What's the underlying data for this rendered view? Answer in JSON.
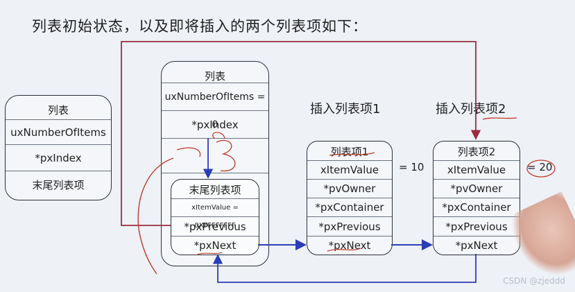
{
  "heading": "列表初始状态，以及即将插入的两个列表项如下：",
  "list_left": {
    "title": "列表",
    "fields": [
      "uxNumberOfItems",
      "*pxIndex",
      "末尾列表项"
    ]
  },
  "list_main": {
    "title": "列表",
    "count_field": "uxNumberOfItems = 0",
    "index_field": "*pxIndex",
    "end_item": {
      "title": "末尾列表项",
      "value_field": "xItemValue = 0XFFFFFFFF",
      "prev_field": "*pxPrevious",
      "next_field": "*pxNext"
    }
  },
  "insert1": {
    "caption": "插入列表项1",
    "title": "列表项1",
    "fields": [
      "xItemValue",
      "*pvOwner",
      "*pxContainer",
      "*pxPrevious",
      "*pxNext"
    ],
    "value_annotation": "= 10"
  },
  "insert2": {
    "caption": "插入列表项2",
    "title": "列表项2",
    "fields": [
      "xItemValue",
      "*pvOwner",
      "*pxContainer",
      "*pxPrevious",
      "*pxNext"
    ],
    "value_annotation": "= 20"
  },
  "watermark": "CSDN @zjeddd",
  "colors": {
    "arrow": "#2b3db8",
    "frame": "#9b2b3e",
    "ink": "#c0392b"
  }
}
